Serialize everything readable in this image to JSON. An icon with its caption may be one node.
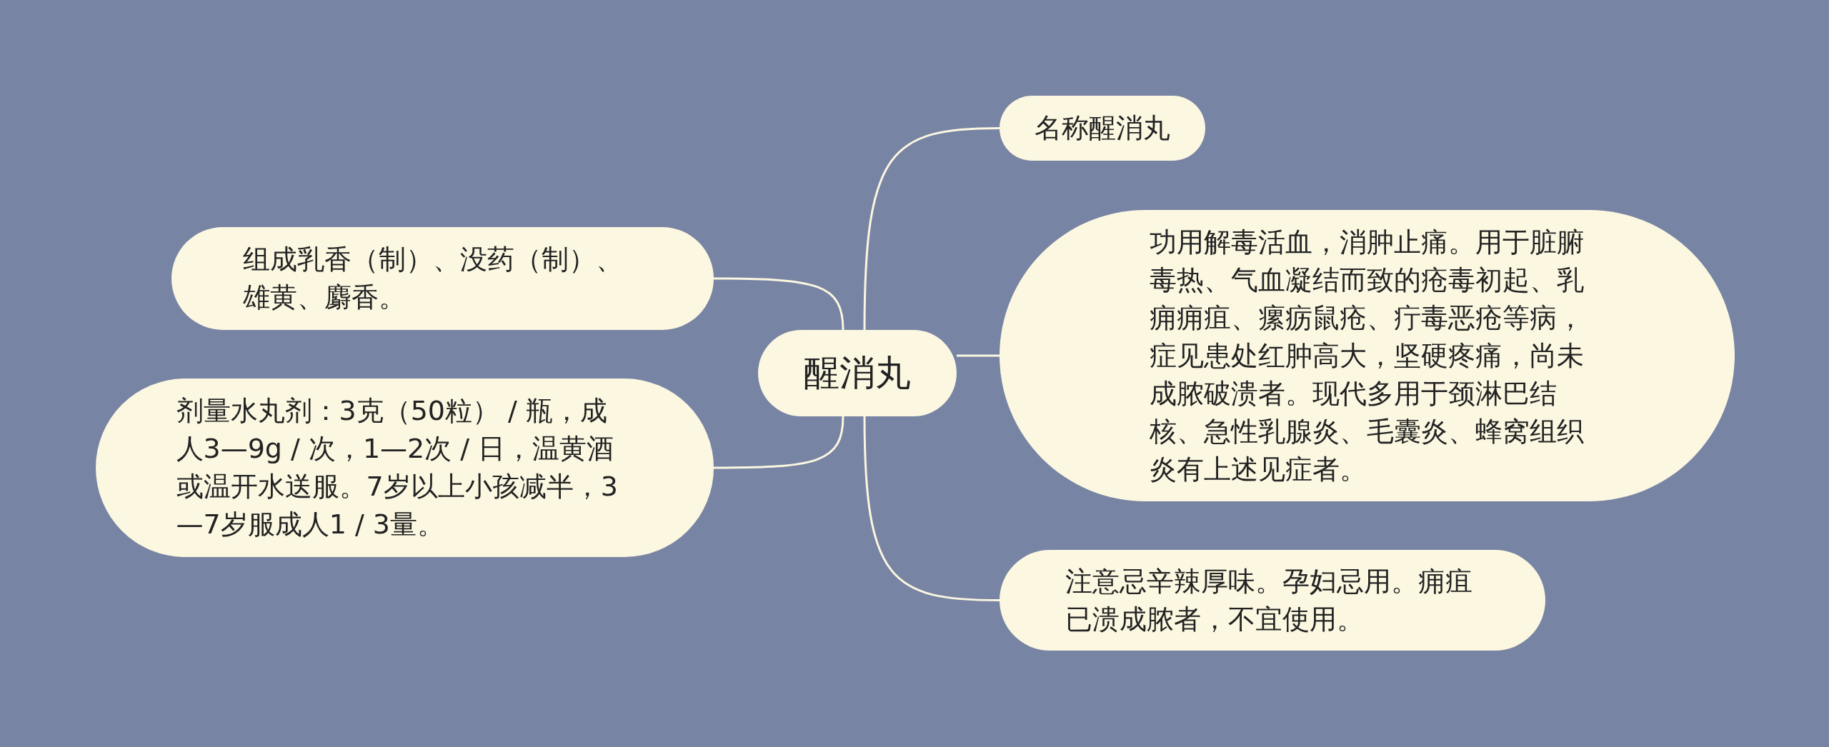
{
  "diagram": {
    "nodes": [
      {
        "text": [
          "醒消丸"
        ]
      },
      {
        "text": [
          "名称醒消丸"
        ]
      },
      {
        "text": [
          "功用解毒活血，消肿止痛。用于脏腑毒热、气血凝结而致的疮毒初起、乳痈痈疽、瘰疬鼠疮、疔毒恶疮等病，症见患处红肿高大，坚硬疼痛，尚未成脓破溃者。现代多用于颈淋巴结核、急性乳腺炎、毛囊炎、蜂窝组织炎有上述见症者。"
        ]
      },
      {
        "text": [
          "注意忌辛辣厚味。孕妇忌用。痈疽已溃成脓者，不宜使用。"
        ]
      },
      {
        "text": [
          "组成乳香（制）、没药（制）、雄黄、麝香。"
        ]
      },
      {
        "text": [
          "剂量水丸剂：3克（50粒） / 瓶，成人3—9g / 次，1—2次 / 日，温黄酒或温开水送服。7岁以上小孩减半，3—7岁服成人1 / 3量。"
        ]
      }
    ],
    "edges": [
      {
        "from": 0,
        "to": 1,
        "arrow": "none"
      },
      {
        "from": 0,
        "to": 2,
        "arrow": "none"
      },
      {
        "from": 0,
        "to": 3,
        "arrow": "none"
      },
      {
        "from": 0,
        "to": 4,
        "arrow": "none"
      },
      {
        "from": 0,
        "to": 5,
        "arrow": "none"
      }
    ]
  }
}
